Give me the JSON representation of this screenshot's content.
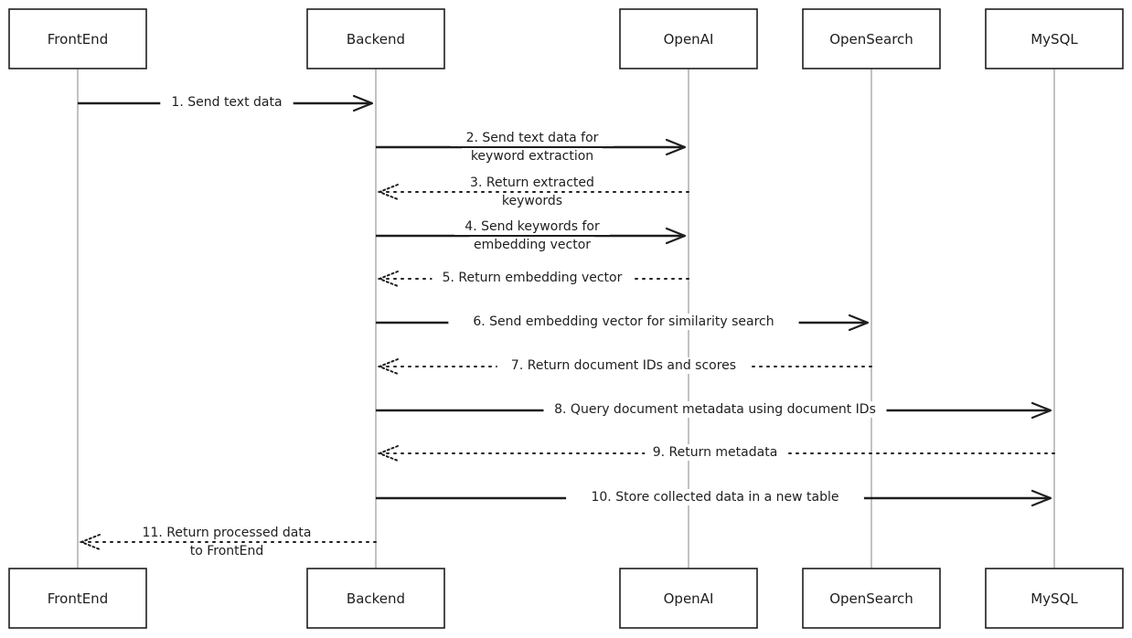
{
  "participants": [
    {
      "id": "frontend",
      "label": "FrontEnd"
    },
    {
      "id": "backend",
      "label": "Backend"
    },
    {
      "id": "openai",
      "label": "OpenAI"
    },
    {
      "id": "opensearch",
      "label": "OpenSearch"
    },
    {
      "id": "mysql",
      "label": "MySQL"
    }
  ],
  "messages": [
    {
      "from": "frontend",
      "to": "backend",
      "kind": "sync",
      "lines": [
        "1. Send text data"
      ]
    },
    {
      "from": "backend",
      "to": "openai",
      "kind": "sync",
      "lines": [
        "2. Send text data for",
        "keyword extraction"
      ]
    },
    {
      "from": "openai",
      "to": "backend",
      "kind": "reply",
      "lines": [
        "3. Return extracted",
        "keywords"
      ]
    },
    {
      "from": "backend",
      "to": "openai",
      "kind": "sync",
      "lines": [
        "4. Send keywords for",
        "embedding vector"
      ]
    },
    {
      "from": "openai",
      "to": "backend",
      "kind": "reply",
      "lines": [
        "5. Return embedding vector"
      ]
    },
    {
      "from": "backend",
      "to": "opensearch",
      "kind": "sync",
      "lines": [
        "6. Send embedding vector for similarity search"
      ]
    },
    {
      "from": "opensearch",
      "to": "backend",
      "kind": "reply",
      "lines": [
        "7. Return document IDs and scores"
      ]
    },
    {
      "from": "backend",
      "to": "mysql",
      "kind": "sync",
      "lines": [
        "8. Query document metadata using document IDs"
      ]
    },
    {
      "from": "mysql",
      "to": "backend",
      "kind": "reply",
      "lines": [
        "9. Return metadata"
      ]
    },
    {
      "from": "backend",
      "to": "mysql",
      "kind": "sync",
      "lines": [
        "10. Store collected data in a new table"
      ]
    },
    {
      "from": "backend",
      "to": "frontend",
      "kind": "reply",
      "lines": [
        "11. Return processed data",
        "to FrontEnd"
      ]
    }
  ]
}
